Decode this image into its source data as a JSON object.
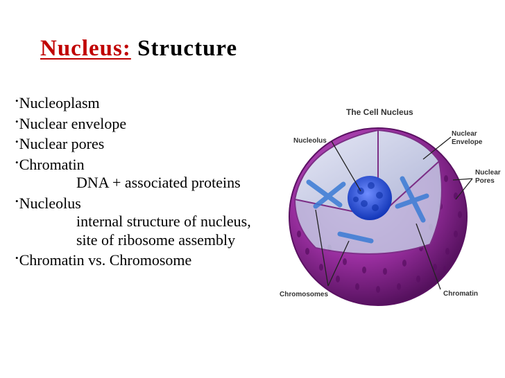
{
  "slide": {
    "title_accent": "Nucleus:",
    "title_rest": "Structure",
    "bullets": [
      {
        "text": "Nucleoplasm",
        "level": 0
      },
      {
        "text": "Nuclear envelope",
        "level": 0
      },
      {
        "text": "Nuclear pores",
        "level": 0
      },
      {
        "text": "Chromatin",
        "level": 0
      },
      {
        "text": "DNA + associated proteins",
        "level": 1
      },
      {
        "text": "Nucleolus",
        "level": 0
      },
      {
        "text": "internal structure of nucleus,",
        "level": 1
      },
      {
        "text": "site of  ribosome assembly",
        "level": 1
      },
      {
        "text": "Chromatin vs. Chromosome",
        "level": 0
      }
    ]
  },
  "figure": {
    "title": "The Cell Nucleus",
    "labels": {
      "nucleolus": "Nucleolus",
      "nuclear_envelope_1": "Nuclear",
      "nuclear_envelope_2": "Envelope",
      "nuclear_pores_1": "Nuclear",
      "nuclear_pores_2": "Pores",
      "chromosomes": "Chromosomes",
      "chromatin": "Chromatin"
    }
  },
  "colors": {
    "accent": "#c00000",
    "envelope": "#8b1f8a",
    "nucleoplasm": "#c9cde6",
    "chromatin": "#2a55d8"
  }
}
